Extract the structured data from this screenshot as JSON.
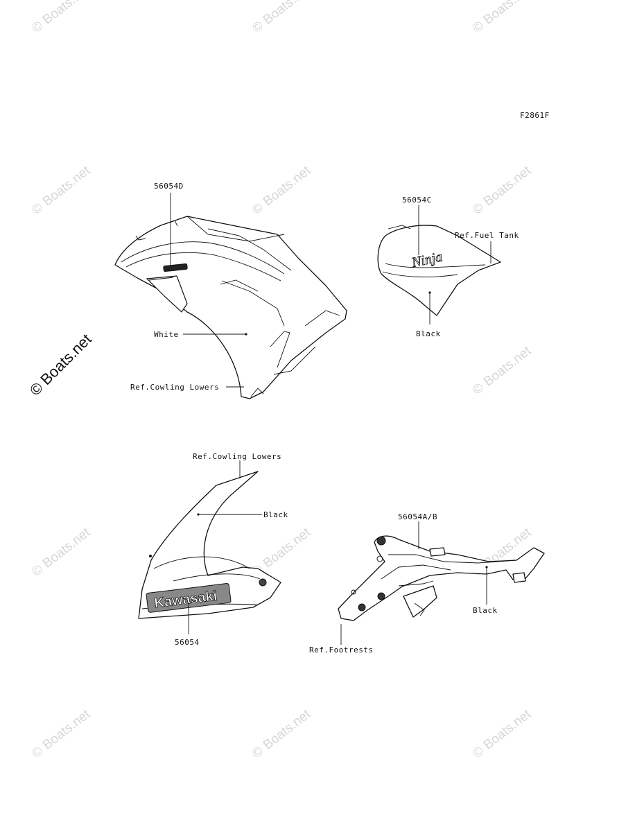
{
  "figure_code": "F2861F",
  "watermark": {
    "text": "Boats.net",
    "symbol": "©"
  },
  "parts": {
    "upper_left": {
      "part_number": "56054D",
      "color_label": "White",
      "ref_label": "Ref.Cowling Lowers"
    },
    "upper_right": {
      "part_number": "56054C",
      "ref_label": "Ref.Fuel Tank",
      "color_label": "Black",
      "emblem_text": "Ninja"
    },
    "lower_left": {
      "ref_label": "Ref.Cowling Lowers",
      "color_label": "Black",
      "part_number": "56054",
      "emblem_text": "Kawasaki"
    },
    "lower_right": {
      "part_number": "56054A/B",
      "color_label": "Black",
      "ref_label": "Ref.Footrests"
    }
  }
}
